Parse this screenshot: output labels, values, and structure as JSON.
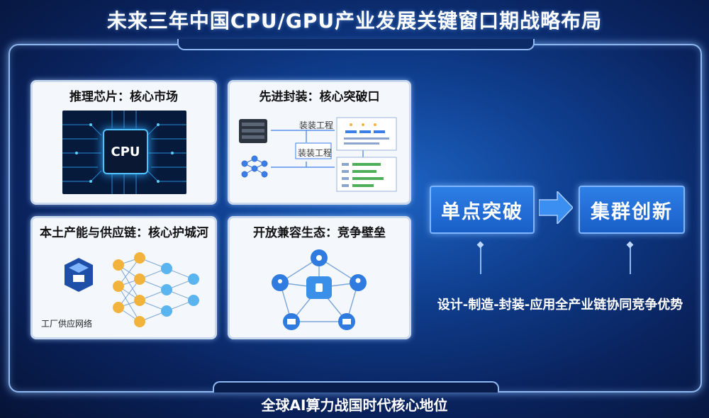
{
  "title": "未来三年中国CPU/GPU产业发展关键窗口期战略布局",
  "footer": "全球AI算力战国时代核心地位",
  "cards": [
    {
      "title": "推理芯片：核心市场",
      "chip_label": "CPU"
    },
    {
      "title": "先进封装：核心突破口",
      "label_a": "装装工程",
      "label_b": "装装工程"
    },
    {
      "title": "本土产能与供应链：核心护城河",
      "logo_caption": "工厂供应网络"
    },
    {
      "title": "开放兼容生态：竞争壁垒"
    }
  ],
  "flow": {
    "step1": "单点突破",
    "step2": "集群创新",
    "summary": "设计-制造-封装-应用全产业链协同竞争优势"
  },
  "colors": {
    "accent": "#1a5fc8",
    "frame": "#8fb8f0",
    "card_bg": "#f4f7fc"
  }
}
